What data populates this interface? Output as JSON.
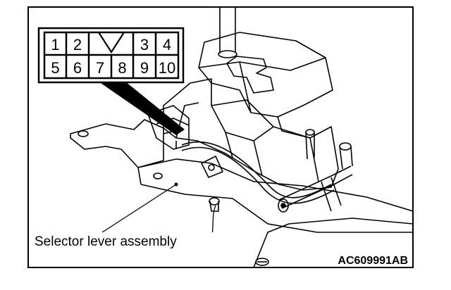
{
  "connector": {
    "top_row": [
      "1",
      "2",
      "",
      "3",
      "4"
    ],
    "bottom_row": [
      "5",
      "6",
      "7",
      "8",
      "9",
      "10"
    ]
  },
  "callout": {
    "label": "Selector lever assembly"
  },
  "figure_code": "AC609991AB",
  "colors": {
    "line": "#000000",
    "background": "#ffffff"
  }
}
